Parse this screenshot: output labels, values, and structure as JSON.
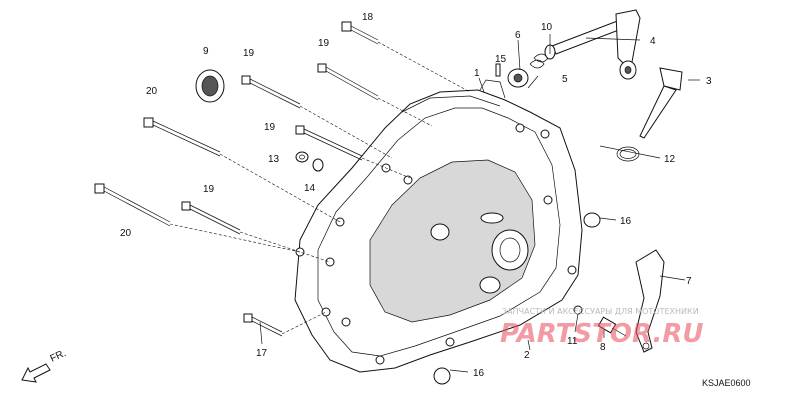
{
  "diagram": {
    "code": "KSJAE0600",
    "front_marker": "FR.",
    "watermark_text": "ЗАПЧАСТИ И АКСЕССУАРЫ ДЛЯ МОТОТЕХНИКИ",
    "watermark_logo": "PARTSTOR.RU",
    "callouts": {
      "c1": "1",
      "c2": "2",
      "c3": "3",
      "c4": "4",
      "c5": "5",
      "c6": "6",
      "c7": "7",
      "c8": "8",
      "c9": "9",
      "c10": "10",
      "c11": "11",
      "c12": "12",
      "c13": "13",
      "c14": "14",
      "c15": "15",
      "c16a": "16",
      "c16b": "16",
      "c17": "17",
      "c18": "18",
      "c19a": "19",
      "c19b": "19",
      "c19c": "19",
      "c19d": "19",
      "c20a": "20",
      "c20b": "20"
    }
  }
}
